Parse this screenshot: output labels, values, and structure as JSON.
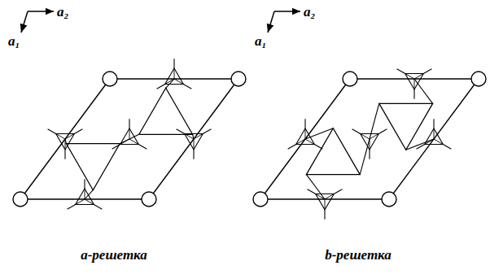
{
  "diagram": {
    "labels": [
      "a₂",
      "a₁",
      "a₂",
      "a₁",
      "a-решетка",
      "b-решетка"
    ]
  }
}
